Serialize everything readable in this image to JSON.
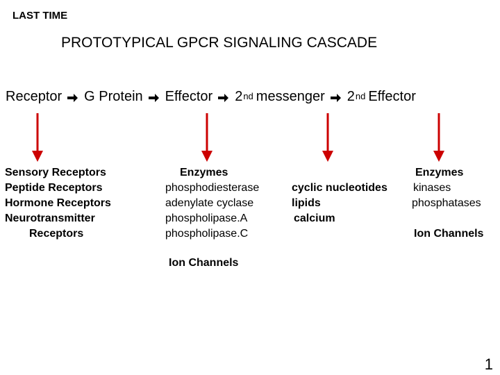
{
  "header": {
    "kicker": "LAST TIME",
    "title": "PROTOTYPICAL GPCR SIGNALING CASCADE"
  },
  "cascade": {
    "steps": [
      {
        "label": "Receptor",
        "sup": ""
      },
      {
        "label": "G Protein",
        "sup": ""
      },
      {
        "label": "Effector",
        "sup": ""
      },
      {
        "label": "2",
        "sup": "nd",
        "rest": "messenger"
      },
      {
        "label": "2",
        "sup": "nd",
        "rest": "Effector"
      }
    ],
    "arrow_color": "#000000"
  },
  "down_arrows": {
    "color": "#cc0000",
    "icon": "down-arrow-icon"
  },
  "columns": {
    "receptors": {
      "items": [
        "Sensory Receptors",
        "Peptide Receptors",
        "Hormone Receptors",
        "Neurotransmitter",
        "Receptors"
      ]
    },
    "effectors": {
      "heading": "Enzymes",
      "items": [
        "phosphodiesterase",
        "adenylate cyclase",
        "phospholipase.A",
        "phospholipase.C"
      ],
      "extra": "Ion Channels"
    },
    "messengers": {
      "items": [
        "cyclic nucleotides",
        "lipids",
        "calcium"
      ]
    },
    "second_effectors": {
      "heading": "Enzymes",
      "items": [
        "kinases",
        "phosphatases"
      ],
      "extra": "Ion Channels"
    }
  },
  "page_number": "1"
}
